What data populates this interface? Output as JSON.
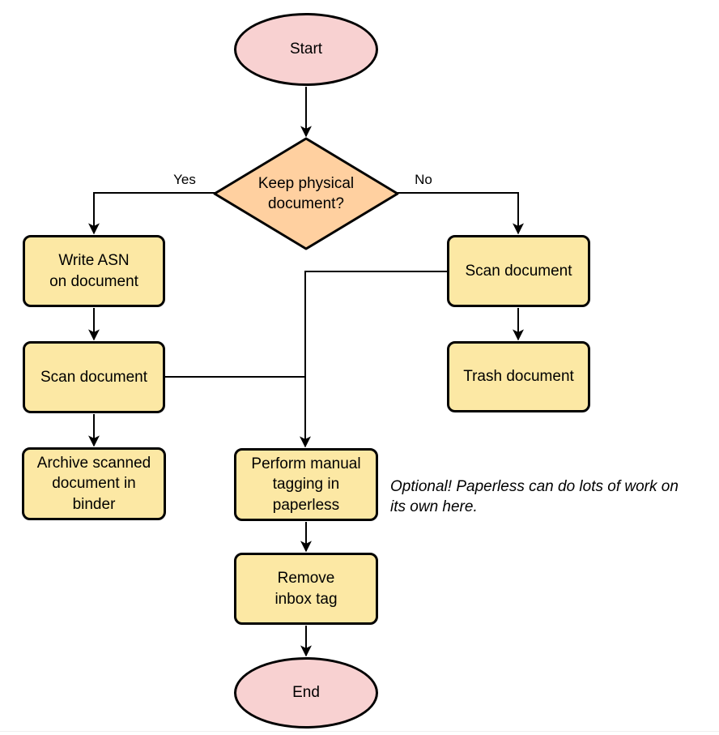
{
  "diagram": {
    "nodes": {
      "start": {
        "label": "Start"
      },
      "decision": {
        "label": "Keep physical\ndocument?"
      },
      "write_asn": {
        "label": "Write ASN\non document"
      },
      "scan_left": {
        "label": "Scan document"
      },
      "archive": {
        "label": "Archive scanned\ndocument in\nbinder"
      },
      "scan_right": {
        "label": "Scan document"
      },
      "trash": {
        "label": "Trash document"
      },
      "tagging": {
        "label": "Perform manual\ntagging in\npaperless"
      },
      "remove_inbox": {
        "label": "Remove\ninbox tag"
      },
      "end": {
        "label": "End"
      }
    },
    "edge_labels": {
      "yes": "Yes",
      "no": "No"
    },
    "annotation": {
      "text": "Optional! Paperless can do lots of work on\nits own here."
    },
    "colors": {
      "pink": "#f8d1d1",
      "yellow": "#fce8a4",
      "orange": "#ffd0a0",
      "line": "#000000"
    }
  }
}
